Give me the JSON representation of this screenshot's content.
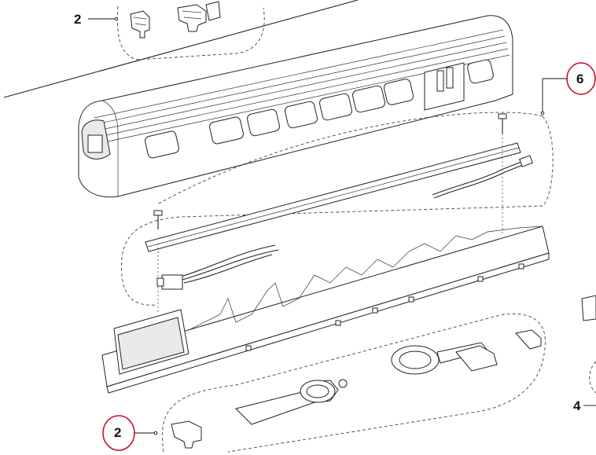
{
  "callouts": {
    "top_left": "2",
    "right_top": "6",
    "right_bottom": "4",
    "bottom_left": "2"
  },
  "highlight_color": "#c8102e"
}
